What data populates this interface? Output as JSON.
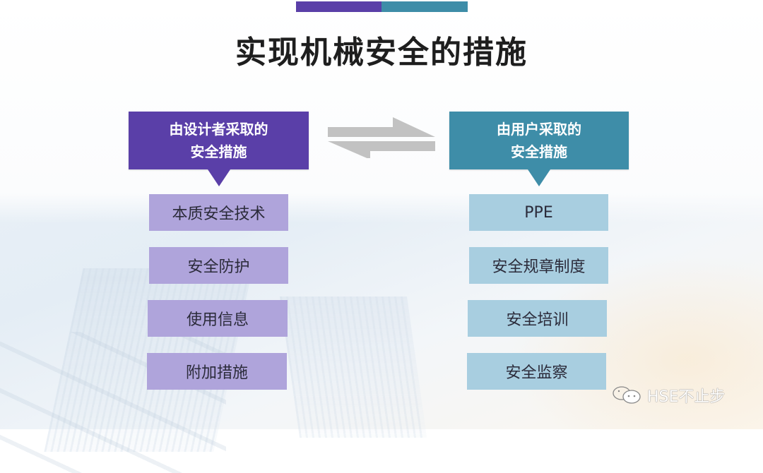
{
  "title": "实现机械安全的措施",
  "colors": {
    "purple_dark": "#5A3FA8",
    "teal_dark": "#3E8DA8",
    "purple_light": "#AFA4DB",
    "blue_light": "#A8CEE0",
    "arrow_gray": "#C2C2C2"
  },
  "left": {
    "header_line1": "由设计者采取的",
    "header_line2": "安全措施",
    "items": [
      "本质安全技术",
      "安全防护",
      "使用信息",
      "附加措施"
    ]
  },
  "right": {
    "header_line1": "由用户采取的",
    "header_line2": "安全措施",
    "items": [
      "PPE",
      "安全规章制度",
      "安全培训",
      "安全监察"
    ]
  },
  "connector": {
    "icon": "bidirectional-arrows-icon"
  },
  "watermark": {
    "icon": "wechat-icon",
    "text": "HSE不止步"
  }
}
